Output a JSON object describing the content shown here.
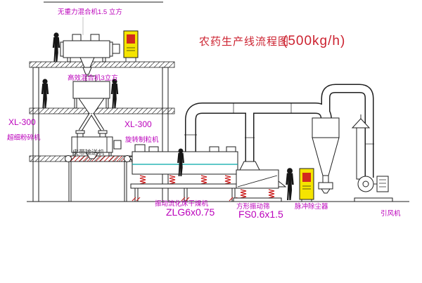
{
  "title": {
    "main": "农药生产线流程图",
    "capacity": "(500kg/h)"
  },
  "labels": {
    "gravity_mixer": "无重力混合机1.5 立方",
    "high_eff_mixer": "高效混合机3立方",
    "pulverizer_model": "XL-300",
    "pulverizer_name": "超细粉碎机",
    "granulator_model": "XL-300",
    "granulator_name": "旋转制粒机",
    "belt_conveyor": "皮带输送机",
    "dryer_name": "振动流化床干燥机",
    "dryer_model": "ZLG6x0.75",
    "screen_name": "方形振动筛",
    "screen_model": "FS0.6x1.5",
    "dust_collector": "脉冲除尘器",
    "induced_fan": "引风机"
  },
  "colors": {
    "label": "#bb00bb",
    "title": "#cc2230",
    "line": "#1f1f1f",
    "cabinet": "#f5e400",
    "cabinet_panel": "#d22a1e",
    "accent_red": "#cc2222",
    "accent_cyan": "#00a8a8"
  },
  "icons": {
    "person": "worker-silhouette"
  }
}
